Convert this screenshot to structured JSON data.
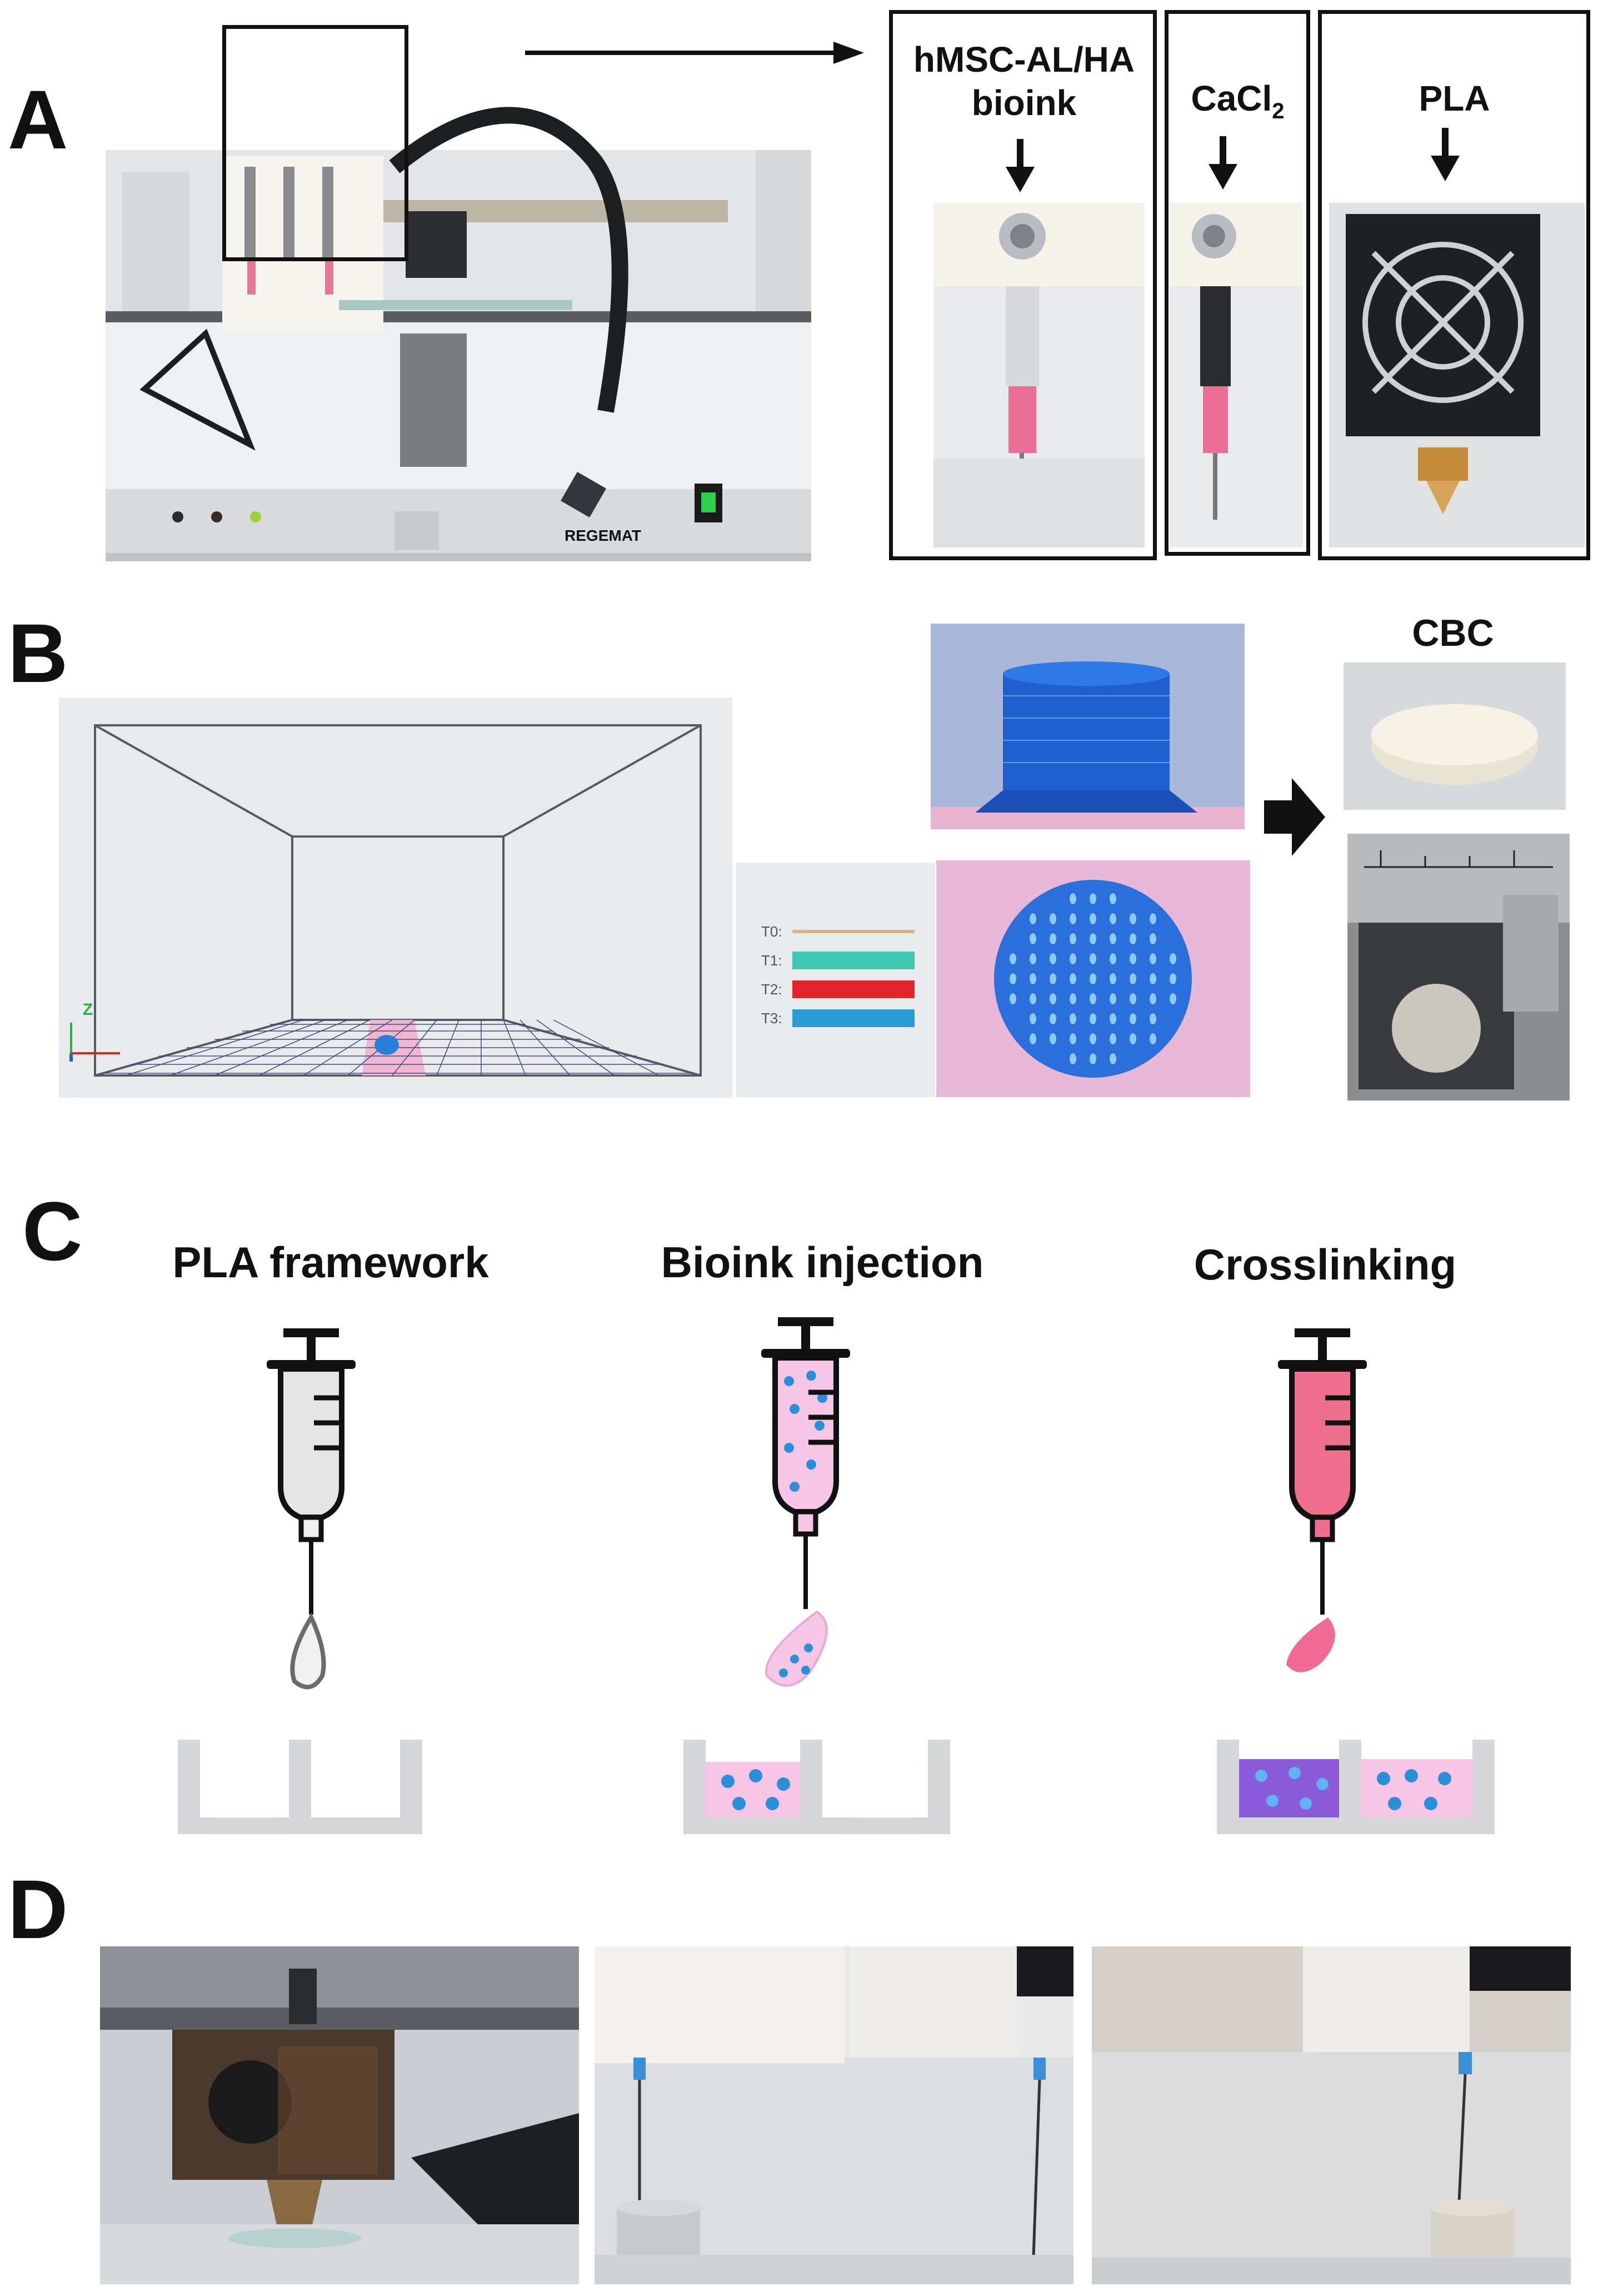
{
  "panels": {
    "A": {
      "letter": "A",
      "printer_brand": "REGEMAT",
      "cartridges": [
        {
          "label": "hMSC-AL/HA",
          "label_line2": "bioink"
        },
        {
          "label": "CaCl",
          "subscript": "2"
        },
        {
          "label": "PLA"
        }
      ]
    },
    "B": {
      "letter": "B",
      "tools": [
        "T0:",
        "T1:",
        "T2:",
        "T3:"
      ],
      "tool_colors": [
        "#d8b48c",
        "#3fc7b0",
        "#e0262c",
        "#2b9bd6"
      ],
      "axis_z": "Z",
      "result_label": "CBC"
    },
    "C": {
      "letter": "C",
      "steps": [
        {
          "title": "PLA framework"
        },
        {
          "title": "Bioink injection"
        },
        {
          "title": "Crosslinking"
        }
      ]
    },
    "D": {
      "letter": "D"
    }
  },
  "colors": {
    "bioink_pink": "#f7c6e6",
    "cell_blue": "#2a8fd8",
    "crosslinker_purple": "#8a5ad8",
    "syringe_pink": "#ee6f8e"
  }
}
